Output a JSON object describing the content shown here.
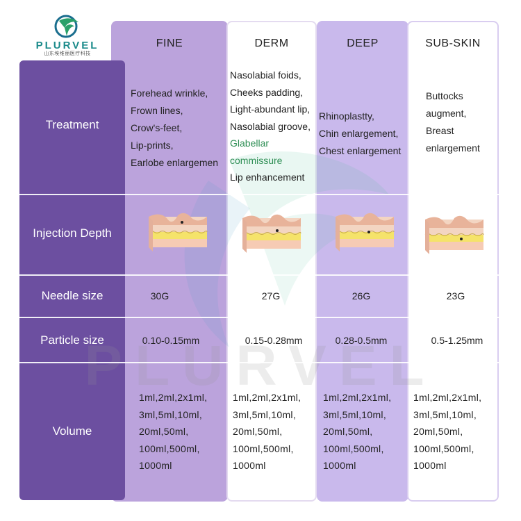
{
  "logo": {
    "brand": "PLURVEL",
    "subtitle": "山东埃维丽医疗科技"
  },
  "watermark": "PLURVEL",
  "columns": [
    {
      "name": "FINE"
    },
    {
      "name": "DERM"
    },
    {
      "name": "DEEP"
    },
    {
      "name": "SUB-SKIN"
    }
  ],
  "rows": {
    "treatment": "Treatment",
    "injection_depth": "Injection Depth",
    "needle_size": "Needle size",
    "particle_size": "Particle size",
    "volume": "Volume"
  },
  "treatment": {
    "fine": [
      "Forehead wrinkle,",
      "Frown lines,",
      "Crow's-feet,",
      "Lip-prints,",
      "Earlobe enlargemen"
    ],
    "derm": [
      "Nasolabial foids,",
      "Cheeks padding,",
      "Light-abundant lip,",
      "Nasolabial groove,",
      "Glabellar",
      "commissure",
      "Lip enhancement"
    ],
    "deep": [
      "Rhinoplastty,",
      "Chin enlargement,",
      "Chest enlargement"
    ],
    "sub": [
      "Buttocks",
      "augment,",
      "Breast",
      "enlargement"
    ]
  },
  "needle": {
    "fine": "30G",
    "derm": "27G",
    "deep": "26G",
    "sub": "23G"
  },
  "particle": {
    "fine": "0.10-0.15mm",
    "derm": "0.15-0.28mm",
    "deep": "0.28-0.5mm",
    "sub": "0.5-1.25mm"
  },
  "volume": {
    "fine": [
      "1ml,2ml,2x1ml,",
      "3ml,5ml,10ml,",
      "20ml,50ml,",
      "100ml,500ml,",
      "1000ml"
    ],
    "derm": [
      "1ml,2ml,2x1ml,",
      "3ml,5ml,10ml,",
      "20ml,50ml,",
      "100ml,500ml,",
      "1000ml"
    ],
    "deep": [
      "1ml,2ml,2x1ml,",
      "3ml,5ml,10ml,",
      "20ml,50ml,",
      "100ml,500ml,",
      "1000ml"
    ],
    "sub": [
      "1ml,2ml,2x1ml,",
      "3ml,5ml,10ml,",
      "20ml,50ml,",
      "100ml,500ml,",
      "1000ml"
    ]
  },
  "colors": {
    "side_panel": "#6c4fa0",
    "fine_column": "#bba3dc",
    "deep_column": "#c9b9ec",
    "brand": "#1a8a8a"
  },
  "icons": {
    "logo": "plurvel-leaf-logo-icon",
    "skin": "skin-layer-cross-section-icon"
  }
}
